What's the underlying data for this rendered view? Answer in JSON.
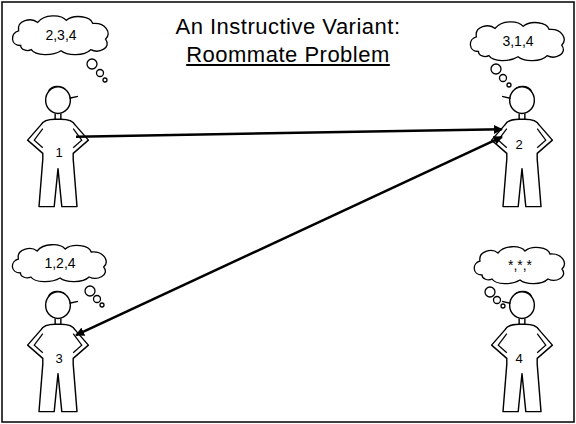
{
  "diagram": {
    "title": "An Instructive Variant:",
    "nodes": [
      {
        "text": [
          "2,3,4"
        ]
      },
      {
        "text": [
          "3,1,4"
        ]
      },
      {
        "text": [
          "1"
        ]
      },
      {
        "text": [
          "2"
        ]
      },
      {
        "text": [
          "1,2,4"
        ]
      },
      {
        "text": [
          "*,*,*"
        ]
      },
      {
        "text": [
          "3"
        ]
      },
      {
        "text": [
          "4"
        ]
      }
    ],
    "edges": [
      {
        "from": 2,
        "to": 3,
        "arrow": "to"
      },
      {
        "from": 3,
        "to": 6,
        "arrow": "both"
      }
    ],
    "labels": [
      "Roommate Problem"
    ]
  }
}
